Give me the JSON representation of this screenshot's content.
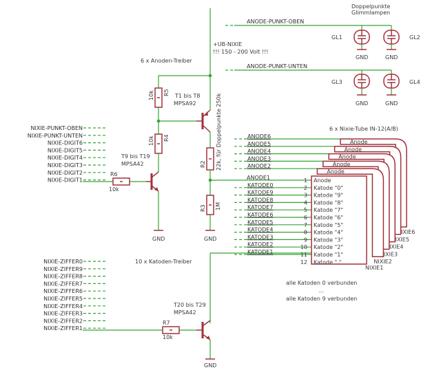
{
  "nets_left_top": [
    "NIXIE-PUNKT-OBEN",
    "NIXIE-PUNKT-UNTEN",
    "NIXIE-DIGIT6",
    "NIXIE-DIGIT5",
    "NIXIE-DIGIT4",
    "NIXIE-DIGIT3",
    "NIXIE-DIGIT2",
    "NIXIE-DIGIT1"
  ],
  "nets_left_bottom": [
    "NIXIE-ZIFFER0",
    "NIXIE-ZIFFER9",
    "NIXIE-ZIFFER8",
    "NIXIE-ZIFFER7",
    "NIXIE-ZIFFER6",
    "NIXIE-ZIFFER5",
    "NIXIE-ZIFFER4",
    "NIXIE-ZIFFER3",
    "NIXIE-ZIFFER2",
    "NIXIE-ZIFFER1"
  ],
  "anode_nets": [
    "ANODE6",
    "ANODE5",
    "ANODE4",
    "ANODE3",
    "ANODE2",
    "ANODE1"
  ],
  "katode_nets": [
    "KATODE0",
    "KATODE9",
    "KATODE8",
    "KATODE7",
    "KATODE6",
    "KATODE5",
    "KATODE4",
    "KATODE3",
    "KATODE2",
    "KATODE1"
  ],
  "tube_pins": [
    {
      "num": "1",
      "name": "Anode"
    },
    {
      "num": "2",
      "name": "Katode \"0\""
    },
    {
      "num": "3",
      "name": "Katode \"9\""
    },
    {
      "num": "4",
      "name": "Katode \"8\""
    },
    {
      "num": "5",
      "name": "Katode \"7\""
    },
    {
      "num": "6",
      "name": "Katode \"6\""
    },
    {
      "num": "7",
      "name": "Katode \"5\""
    },
    {
      "num": "8",
      "name": "Katode \"4\""
    },
    {
      "num": "9",
      "name": "Katode \"3\""
    },
    {
      "num": "10",
      "name": "Katode \"2\""
    },
    {
      "num": "11",
      "name": "Katode \"1\""
    },
    {
      "num": "12",
      "name": "Katode \".\""
    }
  ],
  "tube_names": [
    "NIXIE1",
    "NIXIE2",
    "NIXIE3",
    "NIXIE4",
    "NIXIE5",
    "NIXIE6"
  ],
  "stack_anode_label": "Anode",
  "labels": {
    "doppelpunkte": "Doppelpunkte",
    "glimmlampen": "Glimmlampen",
    "anode_punkt_oben": "ANODE-PUNKT-OBEN",
    "anode_punkt_unten": "ANODE-PUNKT-UNTEN",
    "ub_nixie": "+UB-NIXIE",
    "volt": "!!! 150 - 200 Volt !!!",
    "anoden_treiber": "6 x Anoden-Treiber",
    "katoden_treiber": "10 x Katoden-Treiber",
    "tube_title": "6 x Nixie-Tube IN-12(A/B)",
    "r5": "R5",
    "r5_val": "10k",
    "r4": "R4",
    "r4_val": "10k",
    "r6": "R6",
    "r6_val": "10k",
    "r2": "R2",
    "r2_val": "22k, für Doppelpunkte 250k",
    "r3": "R3",
    "r3_val": "1M",
    "r7": "R7",
    "r7_val": "10k",
    "t_pnp": "T1 bis T8",
    "t_pnp_type": "MPSA92",
    "t_npn1": "T9 bis T19",
    "t_npn1_type": "MPSA42",
    "t_npn2": "T20 bis T29",
    "t_npn2_type": "MPSA42",
    "gnd": "GND",
    "gl1": "GL1",
    "gl2": "GL2",
    "gl3": "GL3",
    "gl4": "GL4",
    "note1": "alle Katoden 0 verbunden",
    "note_dots": "...",
    "note2": "alle Katoden 9 verbunden"
  },
  "colors": {
    "wire": "#35a335",
    "part": "#a2303a",
    "text": "#3a3a3a"
  }
}
